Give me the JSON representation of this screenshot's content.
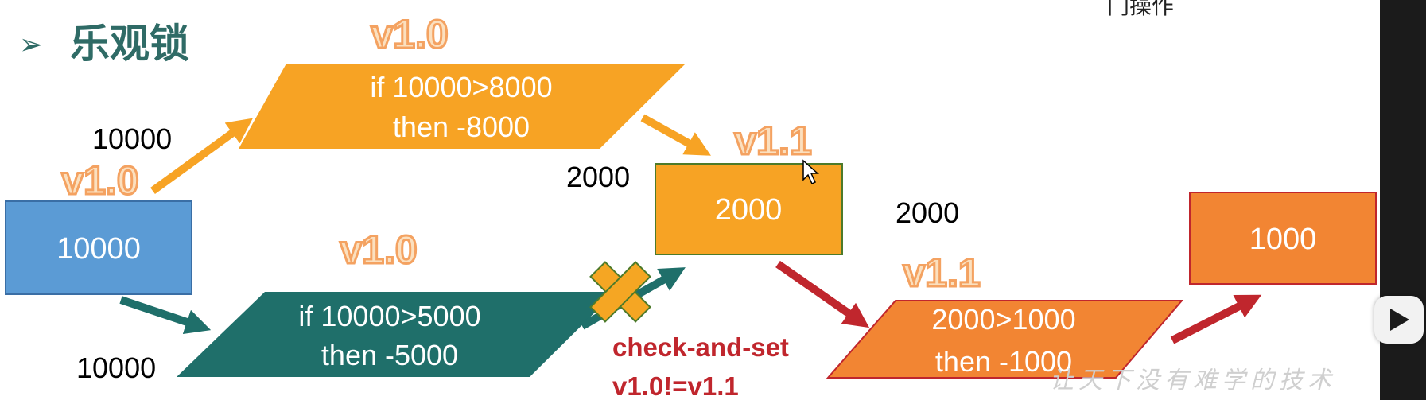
{
  "slide": {
    "bullet": "➢",
    "title": "乐观锁",
    "version_label_color": "#f4a261",
    "cas_color": "#c0262d"
  },
  "values": {
    "top_left_input": "10000",
    "bottom_left_input": "10000",
    "left_mid_output": "2000",
    "right_mid_output": "2000"
  },
  "versions": {
    "top_para": "v1.0",
    "left_box": "v1.0",
    "bottom_para": "v1.0",
    "center_box": "v1.1",
    "right_para": "v1.1"
  },
  "boxes": {
    "balance": {
      "text": "10000",
      "color": "#5b9bd5"
    },
    "center": {
      "text": "2000",
      "color": "#f7a324"
    },
    "result": {
      "text": "1000",
      "color": "#f28533"
    }
  },
  "parallelograms": {
    "top": {
      "line1": "if 10000>8000",
      "line2": "then -8000",
      "color": "#f7a324"
    },
    "bottom": {
      "line1": "if 10000>5000",
      "line2": "then -5000",
      "color": "#1f6f6a"
    },
    "right": {
      "line1": "2000>1000",
      "line2": "then -1000",
      "color": "#f28533"
    }
  },
  "cas": {
    "line1": "check-and-set",
    "line2": "v1.0!=v1.1"
  },
  "overlay": {
    "top_cut_text": "门操作",
    "watermark": "让天下没有难学的技术",
    "play_icon": "play-icon"
  }
}
